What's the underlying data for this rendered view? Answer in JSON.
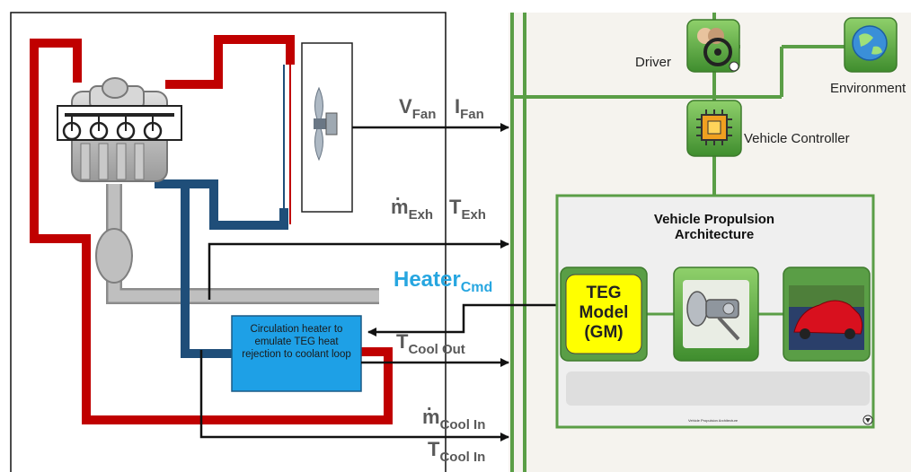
{
  "left_signals": {
    "v_fan": "V",
    "v_fan_sub": "Fan",
    "i_fan": "I",
    "i_fan_sub": "Fan",
    "m_exh": "m",
    "m_exh_sub": "Exh",
    "t_exh": "T",
    "t_exh_sub": "Exh",
    "heater_cmd": "Heater",
    "heater_cmd_sub": "Cmd",
    "t_cool_out": "T",
    "t_cool_out_sub": "Cool Out",
    "m_cool_in": "m",
    "m_cool_in_sub": "Cool  In",
    "t_cool_in": "T",
    "t_cool_in_sub": "Cool  In"
  },
  "heater_box": {
    "text": "Circulation heater to emulate TEG heat rejection to coolant loop"
  },
  "right_nodes": {
    "driver": "Driver",
    "environment": "Environment",
    "vehicle_controller": "Vehicle Controller"
  },
  "propulsion": {
    "title": "Vehicle Propulsion Architecture",
    "teg_model": "TEG Model (GM)",
    "footer_text": "Vehicle Propulsion Architecture"
  },
  "colors": {
    "hot_pipe": "#c00000",
    "cold_pipe": "#1f4e79",
    "exhaust": "#a6a6a6",
    "heater_box": "#1ea0e6",
    "model_green": "#5a9e46",
    "teg_fill": "#ffff00",
    "panel_bg": "#f5f3ee",
    "heater_label": "#27a6e0"
  }
}
